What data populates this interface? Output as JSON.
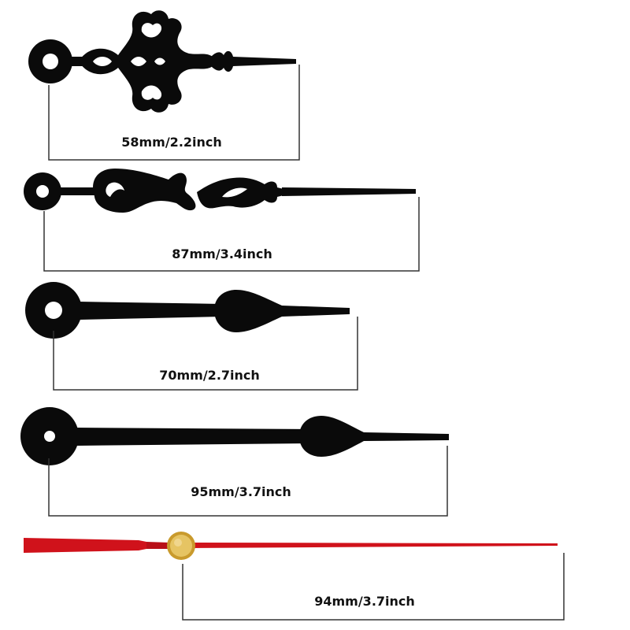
{
  "colors": {
    "background": "#ffffff",
    "hand_black": "#0a0a0a",
    "hand_red": "#d0121b",
    "hub_gold": "#d9b44a",
    "dimension_line": "#333333"
  },
  "hands": [
    {
      "name": "ornate-hour-hand",
      "length_label": "58mm/2.2inch",
      "color": "black"
    },
    {
      "name": "ornate-minute-hand",
      "length_label": "87mm/3.4inch",
      "color": "black"
    },
    {
      "name": "spade-hour-hand",
      "length_label": "70mm/2.7inch",
      "color": "black"
    },
    {
      "name": "spade-minute-hand",
      "length_label": "95mm/3.7inch",
      "color": "black"
    },
    {
      "name": "second-hand",
      "length_label": "94mm/3.7inch",
      "color": "red"
    }
  ]
}
